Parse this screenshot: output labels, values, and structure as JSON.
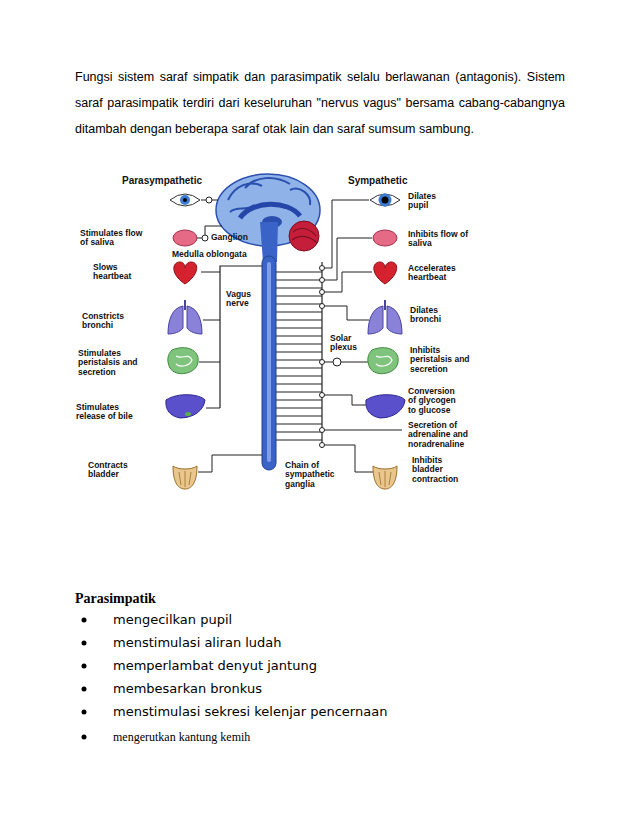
{
  "diagram": {
    "labels": [
      "Fungsi sistem saraf simpatik dan parasimpatik selalu berlawanan (antagonis). Sistem saraf parasimpatik terdiri dari keseluruhan \"nervus vagus\" bersama cabang-cabangnya ditambah dengan beberapa saraf otak lain dan saraf sumsum sambung.",
      "Parasympathetic",
      "Sympathetic",
      "Stimulates flow of saliva",
      "Ganglion",
      "Medulla oblongata",
      "Slows heartbeat",
      "Vagus nerve",
      "Constricts bronchi",
      "Stimulates peristalsis and secretion",
      "Stimulates release of bile",
      "Contracts bladder",
      "Chain of sympathetic ganglia",
      "Solar plexus",
      "Dilates pupil",
      "Inhibits flow of saliva",
      "Accelerates heartbeat",
      "Dilates bronchi",
      "Inhibits peristalsis and secretion",
      "Conversion of glycogen to glucose",
      "Secretion of adrenaline and noradrenaline",
      "Inhibits bladder contraction",
      "Parasimpatik",
      "mengecilkan pupil",
      "menstimulasi aliran ludah",
      "memperlambat denyut jantung",
      "membesarkan bronkus",
      "menstimulasi sekresi kelenjar pencernaan",
      "mengerutkan kantung kemih"
    ]
  }
}
